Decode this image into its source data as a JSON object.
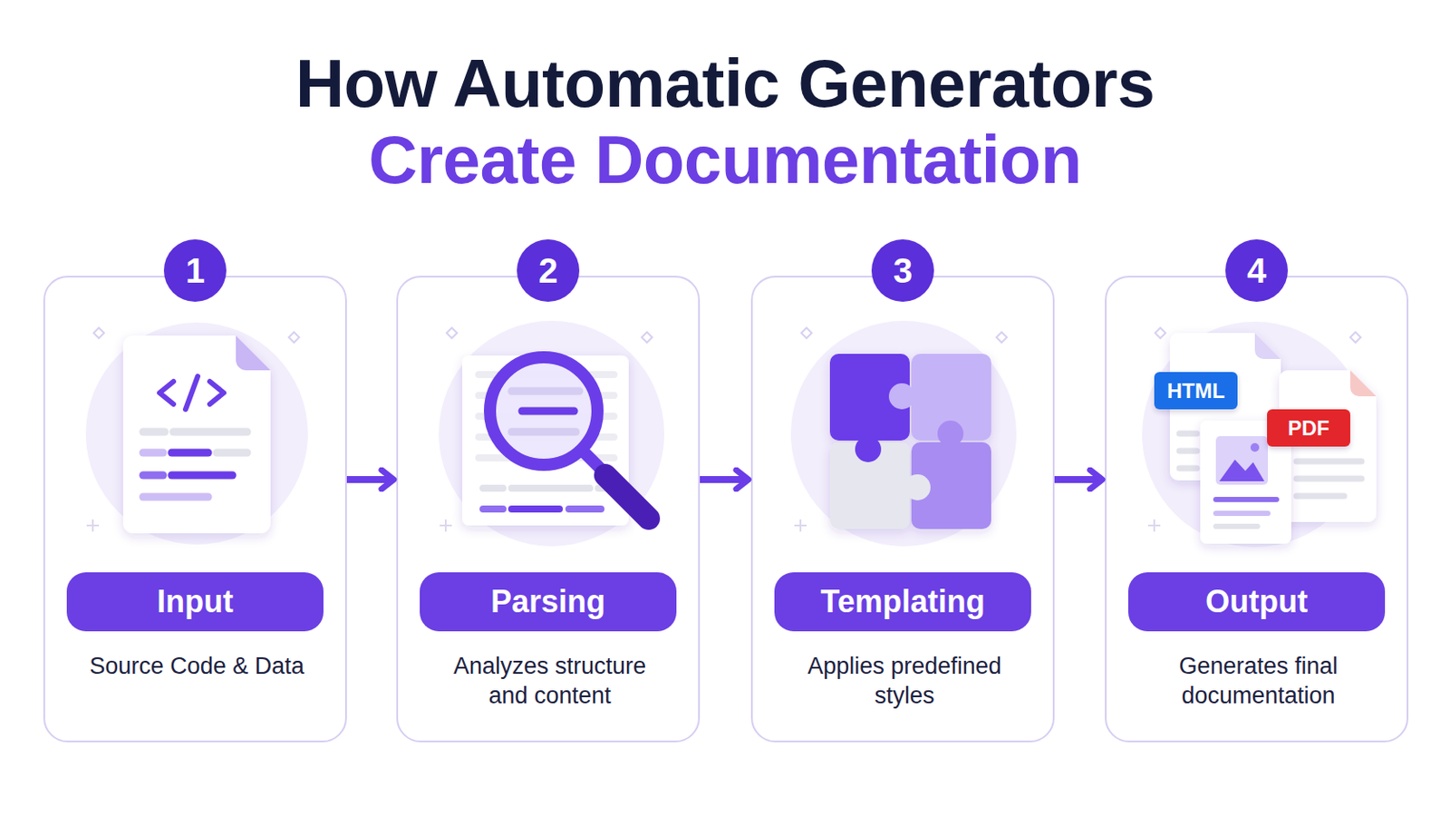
{
  "diagram": {
    "title": "How Automatic Generators Create Documentation",
    "nodes": [
      {
        "text": [
          "Source Code & Data"
        ]
      },
      {
        "text": [
          "1"
        ],
        "in": 0
      },
      {
        "text": [
          "Input"
        ],
        "in": 0
      },
      {
        "text": [
          "Analyzes structure and content"
        ]
      },
      {
        "text": [
          "2"
        ],
        "in": 3
      },
      {
        "text": [
          "Parsing"
        ],
        "in": 3
      },
      {
        "text": [
          "Applies predefined styles"
        ]
      },
      {
        "text": [
          "3"
        ],
        "in": 6
      },
      {
        "text": [
          "Templating"
        ],
        "in": 6
      },
      {
        "text": [
          "Generates final documentation"
        ]
      },
      {
        "text": [
          "4"
        ],
        "in": 9
      },
      {
        "text": [
          "HTML"
        ],
        "in": 9
      },
      {
        "text": [
          "PDF"
        ],
        "in": 9
      },
      {
        "text": [
          "Output"
        ],
        "in": 9
      }
    ],
    "edges": [
      {
        "from": 0,
        "to": 3,
        "arrow": "to"
      },
      {
        "from": 3,
        "to": 6,
        "arrow": "to"
      },
      {
        "from": 6,
        "to": 9,
        "arrow": "to"
      }
    ]
  }
}
